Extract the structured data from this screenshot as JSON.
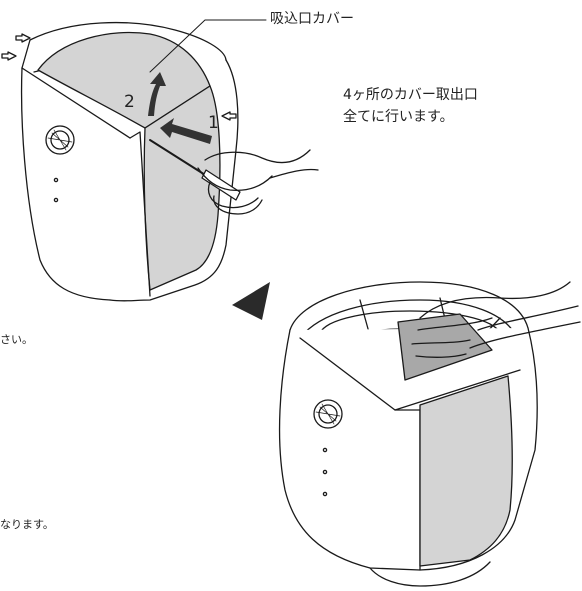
{
  "labels": {
    "intake_cover": "吸込口カバー",
    "instruction_line1": "4ヶ所のカバー取出口",
    "instruction_line2": "全てに行います。",
    "partial_text_1": "さい。",
    "partial_text_2": "なります。",
    "step_1": "1",
    "step_2": "2"
  },
  "colors": {
    "panel_fill": "#d4d4d4",
    "outline": "#1a1a1a",
    "arrow_fill": "#333333"
  },
  "icons": {
    "direction_arrow": "triangle-down-left",
    "small_arrows": "hollow-arrow"
  }
}
